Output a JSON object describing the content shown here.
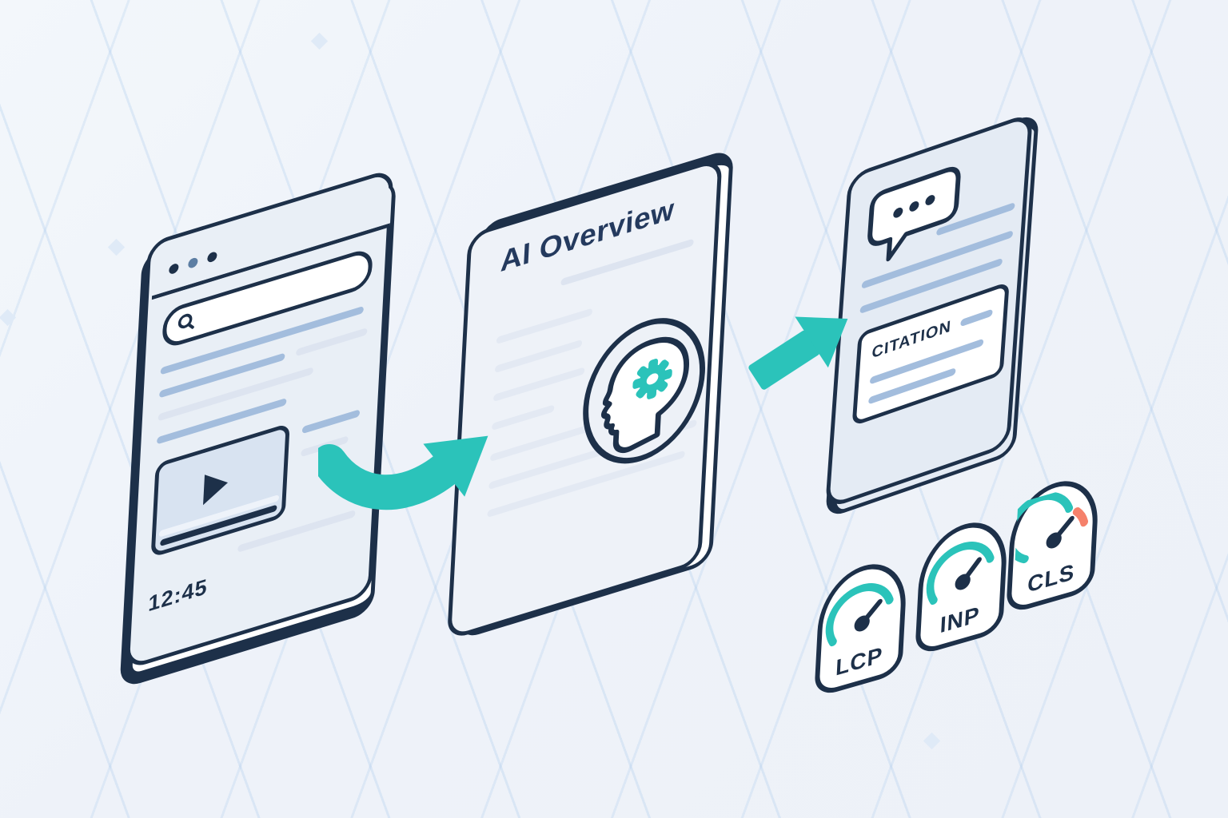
{
  "colors": {
    "background": "#EFF3F9",
    "outline_navy": "#1D3049",
    "accent_teal": "#2BC3BA",
    "warning_coral": "#F5816B",
    "skeleton_blue": "#A3BDDD",
    "skeleton_light": "#DDE4F0",
    "panel_tint": "#E4EBF4"
  },
  "browser_panel": {
    "description": "search results page with video result",
    "window_dots": 3,
    "video_timestamp": "12:45"
  },
  "ai_panel": {
    "title": "AI Overview"
  },
  "citation_panel": {
    "citation_label": "CITATION"
  },
  "gauges": [
    {
      "label": "LCP",
      "arc_color": "#2BC3BA"
    },
    {
      "label": "INP",
      "arc_color": "#2BC3BA"
    },
    {
      "label": "CLS",
      "arc_color": "#2BC3BA",
      "warning_color": "#F5816B"
    }
  ]
}
